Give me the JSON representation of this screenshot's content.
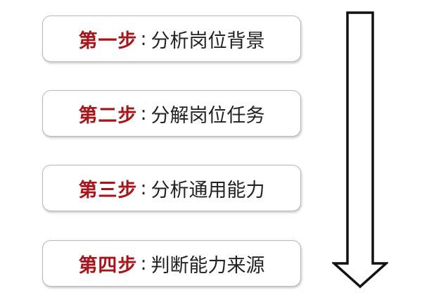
{
  "steps": [
    {
      "label": "第一步",
      "separator": ":",
      "text": "分析岗位背景"
    },
    {
      "label": "第二步",
      "separator": ":",
      "text": "分解岗位任务"
    },
    {
      "label": "第三步",
      "separator": ":",
      "text": "分析通用能力"
    },
    {
      "label": "第四步",
      "separator": ":",
      "text": "判断能力来源"
    }
  ],
  "colors": {
    "step_label": "#a5151a",
    "step_text": "#222222",
    "box_border": "#b9b9b9",
    "arrow_stroke": "#111111"
  },
  "arrow": {
    "icon": "down-arrow-icon",
    "direction": "down"
  }
}
